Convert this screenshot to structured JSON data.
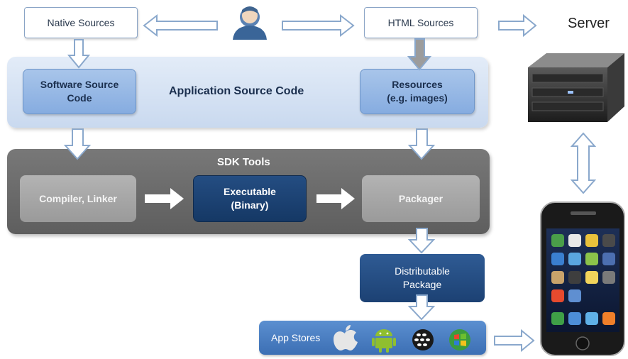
{
  "nodes": {
    "native_sources": "Native Sources",
    "html_sources": "HTML Sources",
    "server": "Server",
    "app_source_code": "Application Source Code",
    "software_source_code": "Software Source\nCode",
    "resources": "Resources\n(e.g. images)",
    "sdk_tools": "SDK Tools",
    "compiler_linker": "Compiler, Linker",
    "executable": "Executable\n(Binary)",
    "packager": "Packager",
    "distributable_package": "Distributable\nPackage",
    "app_stores": "App Stores"
  },
  "icons": [
    "user-icon",
    "server-icon",
    "smartphone-icon",
    "apple-icon",
    "android-icon",
    "blackberry-icon",
    "windows-icon"
  ],
  "colors": {
    "app_band": "#d6e3f4",
    "blue_box": "#97b9e6",
    "sdk_band": "#6b6b6b",
    "executable": "#1d4475",
    "distributable": "#264e84",
    "app_store_band": "#4a7fc4",
    "arrow_outline": "#8aa8cc"
  }
}
